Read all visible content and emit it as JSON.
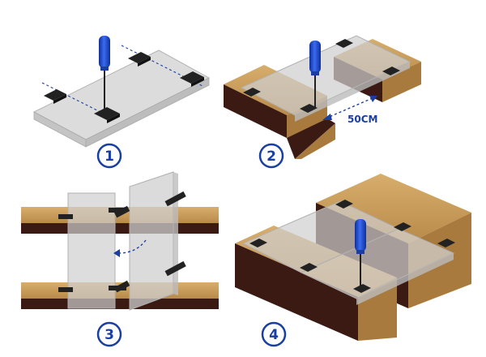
{
  "steps": [
    "1",
    "2",
    "3",
    "4"
  ],
  "dimension_label": "50CM",
  "colors": {
    "accent": "#1a3fa0",
    "screwdriver": "#1f4fd6",
    "wood_top": "#c89a58",
    "wood_front": "#a97a3e",
    "wood_dark": "#3a1a12",
    "panel": "#d7d7d7",
    "clip": "#222222"
  }
}
